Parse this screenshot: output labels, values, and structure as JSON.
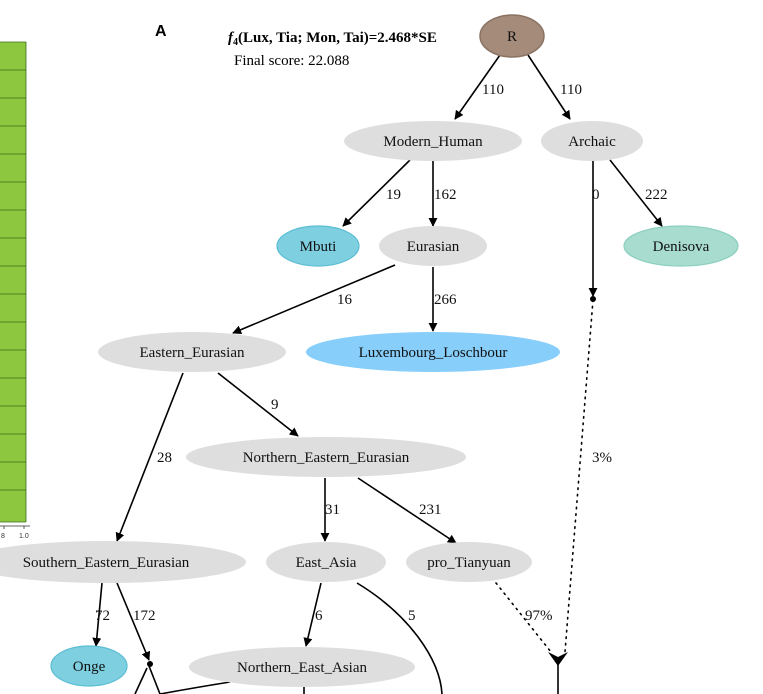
{
  "panel": {
    "letter": "A",
    "stat_fn": "f",
    "stat_sub": "4",
    "stat_rest": "(Lux, Tia; Mon, Tai)=2.468*SE",
    "score_text": "Final score: 22.088"
  },
  "side_axis": {
    "tick_left": "8",
    "tick_right": "1.0",
    "bar_color": "#8dc63f"
  },
  "colors": {
    "root": "#a58b7a",
    "internal": "#dedede",
    "leaf_blue": "#7ecfe0",
    "leaf_sky": "#87cefa",
    "leaf_teal": "#a8dccf",
    "edge": "#000000"
  },
  "nodes": {
    "root": "R",
    "modern_human": "Modern_Human",
    "archaic": "Archaic",
    "mbuti": "Mbuti",
    "eurasian": "Eurasian",
    "denisova": "Denisova",
    "eastern_eurasian": "Eastern_Eurasian",
    "luxembourg": "Luxembourg_Loschbour",
    "northern_eastern_eurasian": "Northern_Eastern_Eurasian",
    "southern_eastern_eurasian": "Southern_Eastern_Eurasian",
    "east_asia": "East_Asia",
    "pro_tianyuan": "pro_Tianyuan",
    "onge": "Onge",
    "northern_east_asian": "Northern_East_Asian"
  },
  "edges": {
    "r_modern": "110",
    "r_archaic": "110",
    "modern_mbuti": "19",
    "modern_eurasian": "162",
    "archaic_admix": "0",
    "archaic_denisova": "222",
    "eurasian_eastern": "16",
    "eurasian_lux": "266",
    "eastern_northern": "9",
    "eastern_southern": "28",
    "admix_pct_archaic": "3%",
    "northern_eastasia": "31",
    "northern_pro": "231",
    "southern_onge": "72",
    "southern_admix": "172",
    "eastasia_nea": "6",
    "eastasia_down": "5",
    "admix_pct_pro": "97%"
  }
}
